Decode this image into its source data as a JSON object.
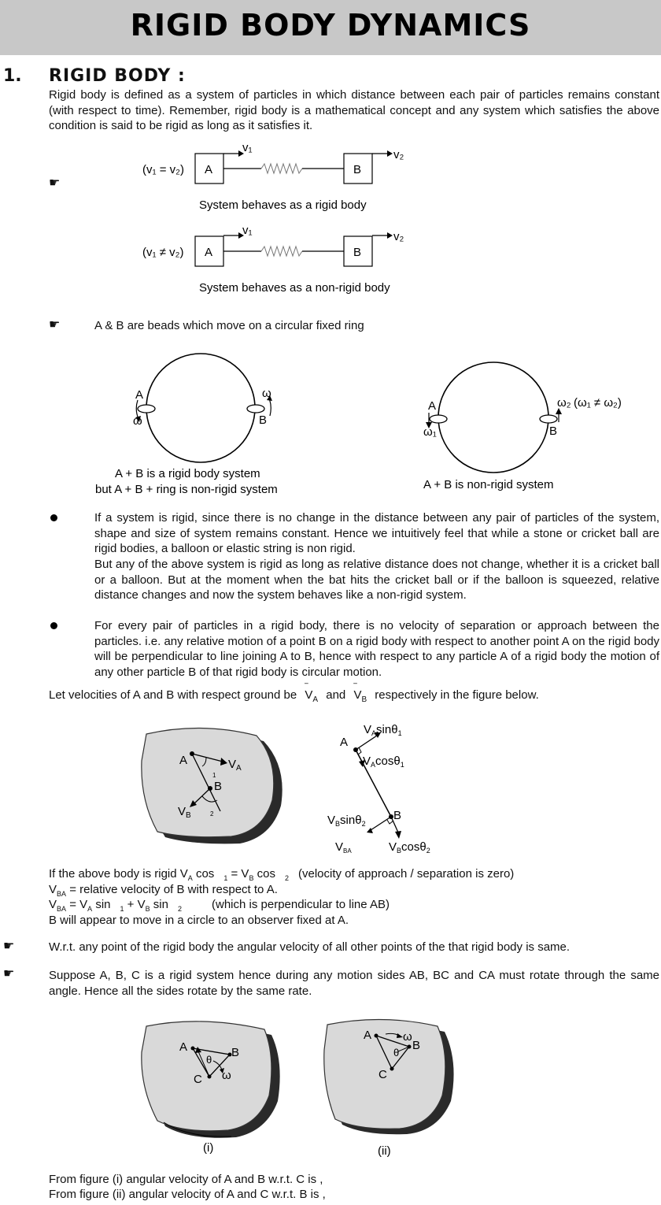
{
  "header": {
    "title": "RIGID BODY DYNAMICS"
  },
  "section": {
    "number": "1.",
    "heading": "RIGID BODY :"
  },
  "intro": "Rigid body is defined as a system of particles in which distance between each pair of particles remains constant (with respect to time). Remember, rigid body is a mathematical concept and any system which satisfies the above condition is said to be rigid as long as it satisfies it.",
  "icons": {
    "pointer": "pointing-hand-icon",
    "bullet": "filled-bullet-icon"
  },
  "fig_spring": {
    "cond1": "(v₁ = v₂)",
    "cond2": "(v₁ ≠ v₂)",
    "a": "A",
    "b": "B",
    "v1": "v₁",
    "v2": "v₂",
    "caption1": "System behaves as a rigid body",
    "caption2": "System behaves as a non-rigid body"
  },
  "beads_note": "A & B are beads which move on a circular fixed ring",
  "fig_rings": {
    "a": "A",
    "b": "B",
    "omega": "ω",
    "omega1": "ω₁",
    "omega2": "ω₂",
    "cond": "(ω₁ ≠ ω₂)",
    "caption_left_1": "A + B is a rigid body system",
    "caption_left_2": "but A + B + ring is non-rigid system",
    "caption_right": "A + B is non-rigid system"
  },
  "bullet1": "If a system is rigid, since there is no change in the distance between any pair of particles of the system, shape and size of system remains constant. Hence we intuitively feel that while a stone or cricket ball are rigid bodies, a balloon or elastic string is non rigid.",
  "bullet1_cont": "But any of the above system is rigid as long as relative distance does not change, whether it is a cricket ball or a balloon. But at the moment when the bat hits the cricket ball or if the balloon is squeezed, relative distance changes and now the system behaves like a non-rigid system.",
  "bullet2": "For every pair of particles in a rigid body, there is no velocity of separation or approach between the particles. i.e. any relative motion of a point B on a rigid body with respect to another point A on the rigid body will be perpendicular to line joining A to B, hence with respect to any particle A of a rigid body the motion of any other particle B of that rigid body is circular motion.",
  "velocity_line": {
    "pre": "Let velocities of A and B with respect ground be",
    "va": "V",
    "va_sub": "A",
    "and": "and",
    "vb": "V",
    "vb_sub": "B",
    "post": "respectively in the figure below."
  },
  "fig_body": {
    "a": "A",
    "b": "B",
    "va": "V",
    "va_sub": "A",
    "vb": "V",
    "vb_sub": "B",
    "theta1": "1",
    "theta2": "2",
    "r_va_sin": "V",
    "r_va_sin_sub": "A",
    "r_va_sin_rest": "sinθ",
    "r_va_sin_idx": "1",
    "r_va_cos": "V",
    "r_va_cos_sub": "A",
    "r_va_cos_rest": "cosθ",
    "r_va_cos_idx": "1",
    "r_vb_sin": "V",
    "r_vb_sin_sub": "B",
    "r_vb_sin_rest": "sinθ",
    "r_vb_sin_idx": "2",
    "r_vb_cos": "V",
    "r_vb_cos_sub": "B",
    "r_vb_cos_rest": "cosθ",
    "r_vb_cos_idx": "2",
    "r_vba": "V",
    "r_vba_sub": "BA"
  },
  "equations": {
    "l1_pre": "If the above body is rigid  V",
    "l1_sub_a": "A",
    "l1_mid": " cos",
    "l1_i1": "1",
    "l1_eq": "  =  V",
    "l1_sub_b": "B",
    "l1_cos": " cos",
    "l1_i2": "2",
    "l1_post": "(velocity of approach / separation is zero)",
    "l2_v": "V",
    "l2_sub": "BA",
    "l2_rest": " = relative velocity of B with respect to A.",
    "l3_v": "V",
    "l3_sub": "BA",
    "l3_a": " = V",
    "l3_sub_a": "A",
    "l3_sin": " sin",
    "l3_i1": "1",
    "l3_plus": " + V",
    "l3_sub_b": "B",
    "l3_sin2": " sin",
    "l3_i2": "2",
    "l3_post": "(which is perpendicular to line AB)",
    "l4": "B will appear to move in a circle to an observer fixed at A."
  },
  "note_wrt": "W.r.t. any point of the rigid body the angular velocity of all other points of the that rigid body is same.",
  "note_abc": "Suppose A, B, C is a rigid system hence during any motion sides AB, BC and CA must rotate through the same angle. Hence all the sides rotate by the same rate.",
  "fig_triangle": {
    "a": "A",
    "b": "B",
    "c": "C",
    "theta": "θ",
    "omega": "ω",
    "label_i": "(i)",
    "label_ii": "(ii)"
  },
  "final": {
    "line1": "From figure (i) angular velocity of A and B w.r.t. C is    ,",
    "line2": "From figure (ii) angular velocity of A and C w.r.t. B is    ,"
  }
}
